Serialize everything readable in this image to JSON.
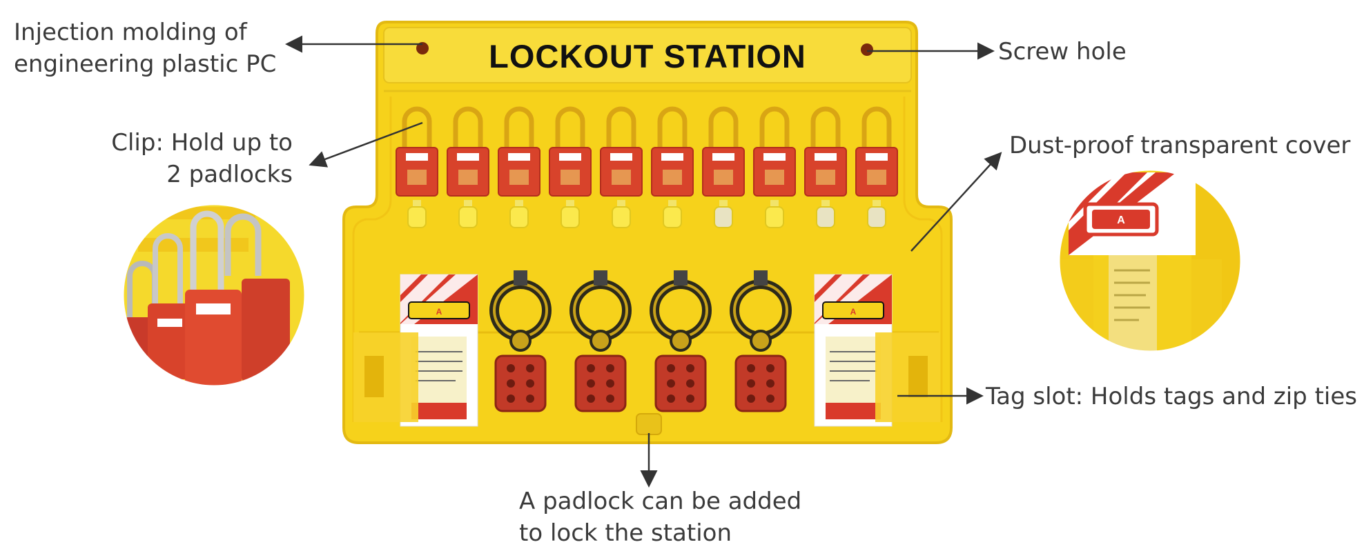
{
  "header": {
    "title": "LOCKOUT STATION"
  },
  "callouts": {
    "material": [
      "Injection molding of",
      "engineering plastic PC"
    ],
    "screw_hole": "Screw hole",
    "clip": [
      "Clip: Hold up to",
      "2 padlocks"
    ],
    "cover": "Dust-proof transparent cover",
    "tag_slot": "Tag slot: Holds tags and zip ties",
    "station_lock": [
      "A padlock can be added",
      "to lock the station"
    ]
  },
  "tag_label": "A",
  "counts": {
    "padlocks": 10,
    "hasps": 4,
    "tags": 2
  },
  "colors": {
    "board": "#f6d21b",
    "board_dark": "#e0b40d",
    "padlock": "#d8432b",
    "hasp_lock": "#c23a28",
    "stripe_red": "#d93a2b",
    "text": "#3a3a3a"
  },
  "icons": [
    "padlock-icon",
    "hasp-icon",
    "danger-tag-icon",
    "screw-hole-icon",
    "arrow-icon"
  ]
}
